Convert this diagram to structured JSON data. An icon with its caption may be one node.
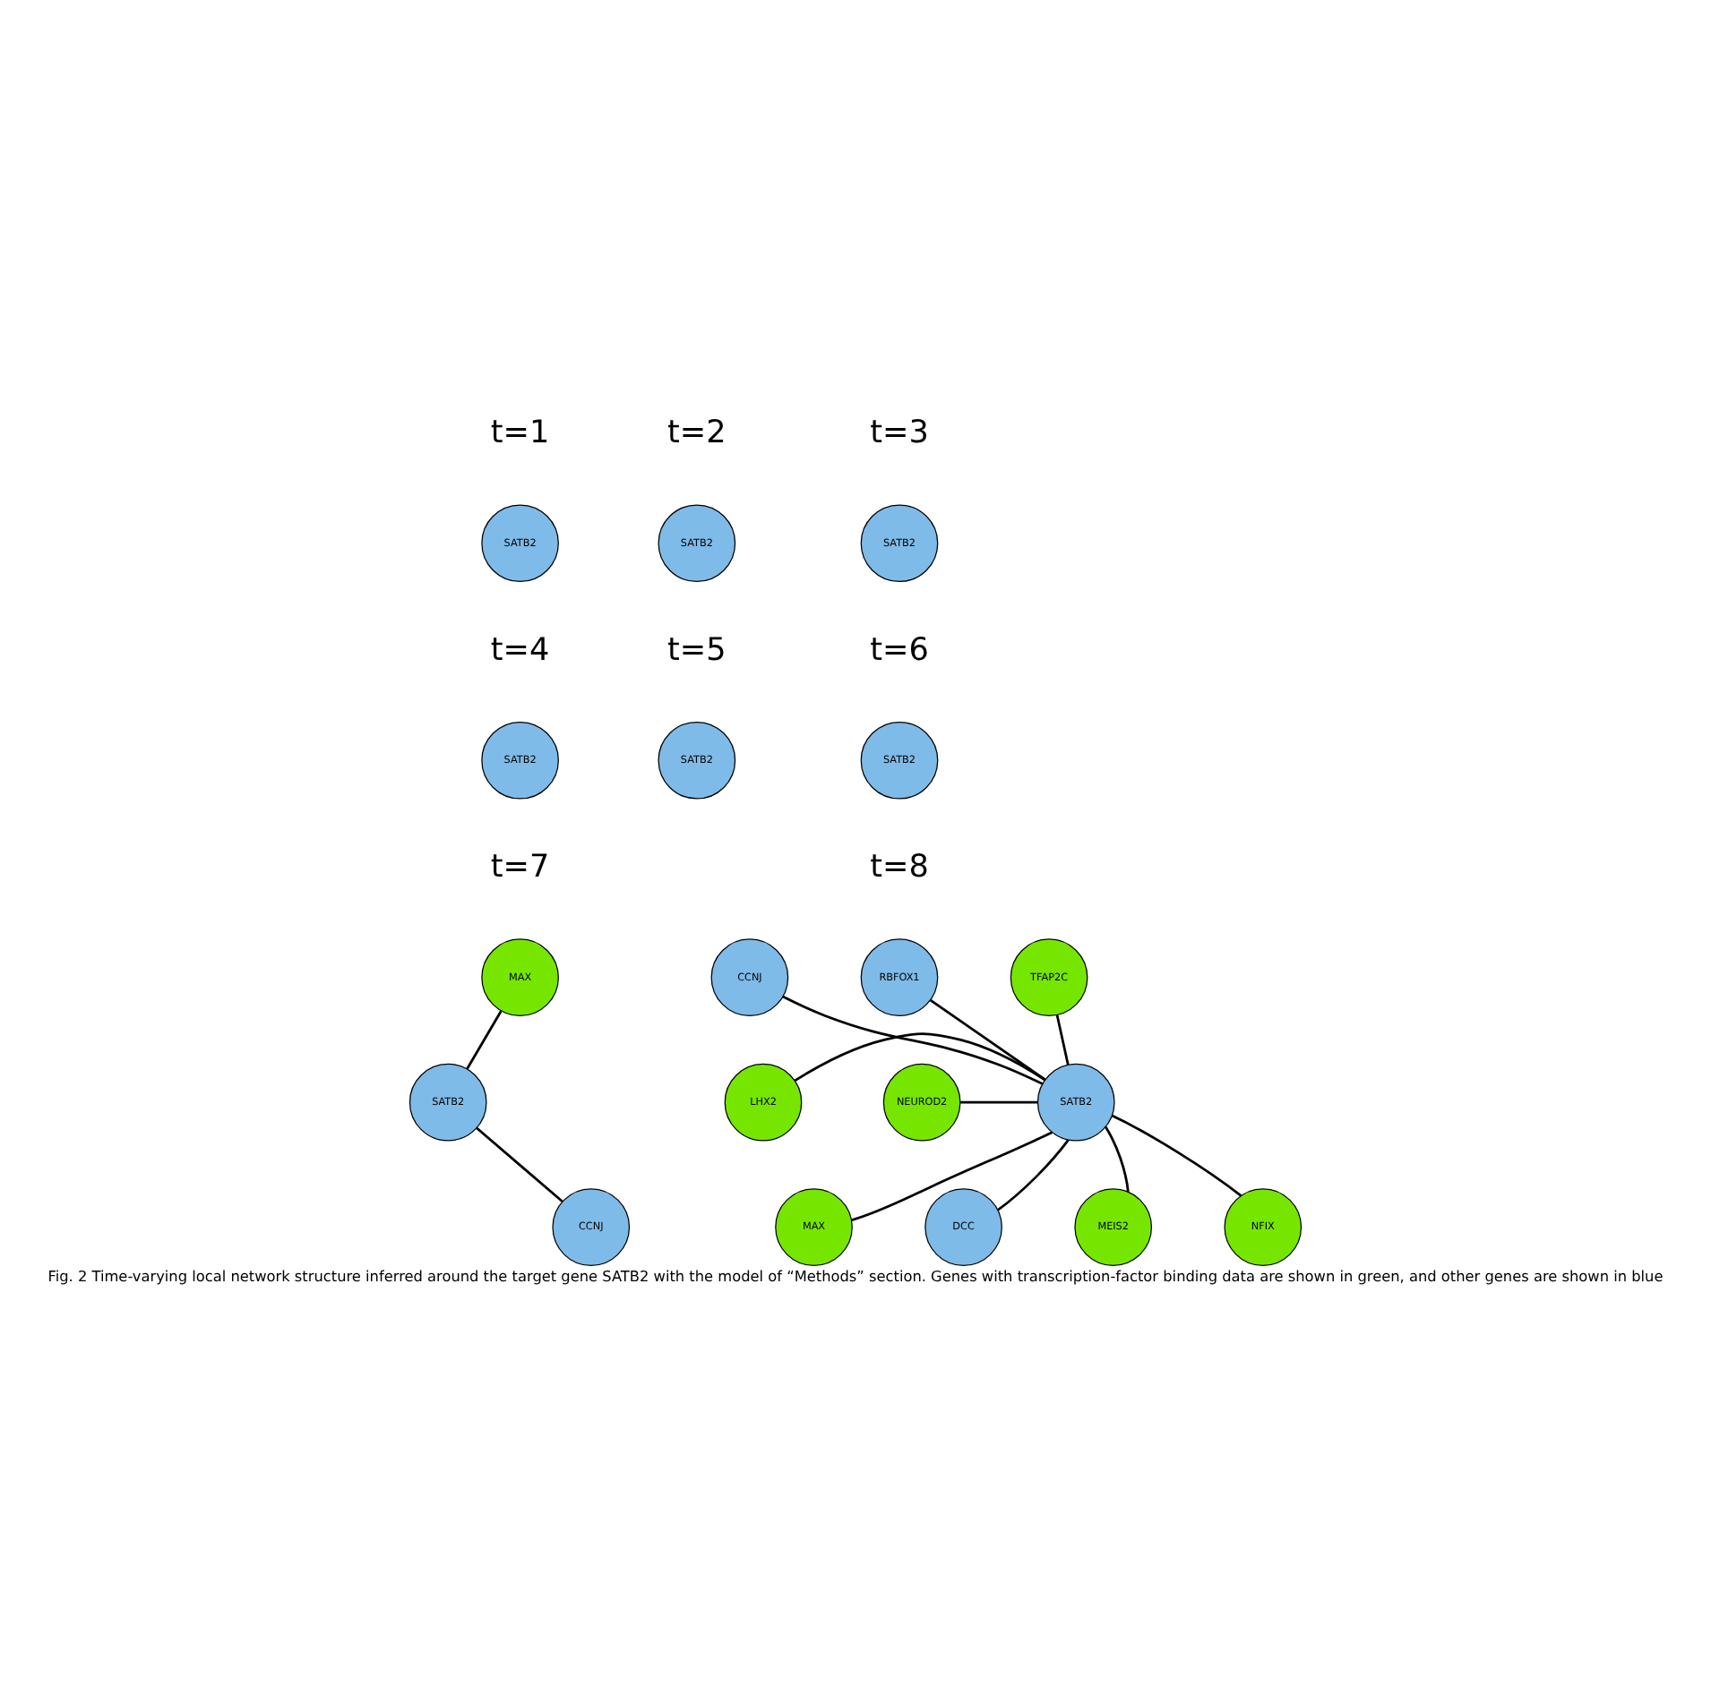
{
  "diagram": {
    "caption": "Fig. 2 Time-varying local network structure inferred around the target gene SATB2 with the model of “Methods” section. Genes with transcription-factor binding data are shown in green, and other genes are shown in blue",
    "nodes": [
      {
        "text": [
          "SATB2"
        ]
      },
      {
        "text": [
          "SATB2"
        ]
      },
      {
        "text": [
          "SATB2"
        ]
      },
      {
        "text": [
          "SATB2"
        ]
      },
      {
        "text": [
          "SATB2"
        ]
      },
      {
        "text": [
          "SATB2"
        ]
      },
      {
        "text": [
          "MAX"
        ]
      },
      {
        "text": [
          "SATB2"
        ]
      },
      {
        "text": [
          "CCNJ"
        ]
      },
      {
        "text": [
          "SATB2"
        ]
      },
      {
        "text": [
          "CCNJ"
        ]
      },
      {
        "text": [
          "RBFOX1"
        ]
      },
      {
        "text": [
          "TFAP2C"
        ]
      },
      {
        "text": [
          "LHX2"
        ]
      },
      {
        "text": [
          "NEUROD2"
        ]
      },
      {
        "text": [
          "MAX"
        ]
      },
      {
        "text": [
          "DCC"
        ]
      },
      {
        "text": [
          "MEIS2"
        ]
      },
      {
        "text": [
          "NFIX"
        ]
      }
    ],
    "edges": [
      {
        "from": 6,
        "to": 7,
        "arrow": "none"
      },
      {
        "from": 7,
        "to": 8,
        "arrow": "none"
      },
      {
        "from": 9,
        "to": 10,
        "arrow": "none"
      },
      {
        "from": 9,
        "to": 11,
        "arrow": "none"
      },
      {
        "from": 9,
        "to": 12,
        "arrow": "none"
      },
      {
        "from": 9,
        "to": 13,
        "arrow": "none"
      },
      {
        "from": 9,
        "to": 14,
        "arrow": "none"
      },
      {
        "from": 9,
        "to": 15,
        "arrow": "none"
      },
      {
        "from": 9,
        "to": 16,
        "arrow": "none"
      },
      {
        "from": 9,
        "to": 17,
        "arrow": "none"
      },
      {
        "from": 9,
        "to": 18,
        "arrow": "none"
      }
    ],
    "labels": [
      "t=1",
      "t=2",
      "t=3",
      "t=4",
      "t=5",
      "t=6",
      "t=7",
      "t=8"
    ]
  }
}
